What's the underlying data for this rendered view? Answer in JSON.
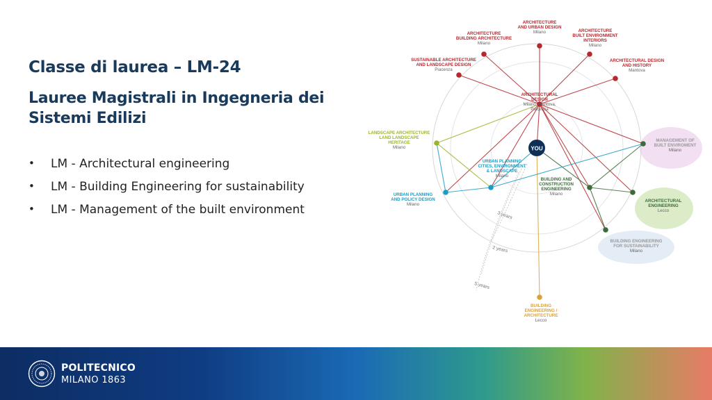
{
  "slide": {
    "title": "Classe di laurea – LM-24",
    "subtitle": "Lauree Magistrali in Ingegneria dei Sistemi Edilizi",
    "bullet_symbol": "•",
    "bullets": [
      "LM - Architectural engineering",
      "LM - Building Engineering for sustainability",
      "LM - Management of the built environment"
    ]
  },
  "diagram": {
    "center_label": "YOU",
    "rings": [
      "3 years",
      "2 years",
      "5 years"
    ],
    "colors": {
      "architecture": "#b5282e",
      "urban": "#1b9cc4",
      "landscape": "#9ab52c",
      "building": "#3b6b3b",
      "building_arch": "#d9a23a",
      "center": "#0f2f57",
      "ring": "#d6d6d6",
      "management_bg": "#f2dff2",
      "architectural_eng_bg": "#dcecc8",
      "sustainability_bg": "#e4ecf6"
    },
    "nodes": [
      {
        "id": "arch-urban",
        "lines": [
          "ARCHITECTURE",
          "AND URBAN DESIGN"
        ],
        "place": "Milano",
        "color": "#b5282e"
      },
      {
        "id": "arch-building",
        "lines": [
          "ARCHITECTURE",
          "BUILDING ARCHITECTURE"
        ],
        "place": "Milano",
        "color": "#b5282e"
      },
      {
        "id": "arch-interiors",
        "lines": [
          "ARCHITECTURE",
          "BUILT ENVIRONMENT",
          "INTERIORS"
        ],
        "place": "Milano",
        "color": "#b5282e"
      },
      {
        "id": "sustainable-arch",
        "lines": [
          "SUSTAINABLE ARCHITECTURE",
          "AND LANDSCAPE DESIGN"
        ],
        "place": "Piacenza",
        "color": "#b5282e"
      },
      {
        "id": "arch-history",
        "lines": [
          "ARCHITECTURAL DESIGN",
          "AND HISTORY"
        ],
        "place": "Mantova",
        "color": "#b5282e"
      },
      {
        "id": "arch-design",
        "lines": [
          "ARCHITECTURAL",
          "DESIGN"
        ],
        "place": "Milano, Mantova,\nPiacenza",
        "color": "#b5282e"
      },
      {
        "id": "landscape",
        "lines": [
          "LANDSCAPE ARCHITECTURE",
          "LAND LANDSCAPE",
          "HERITAGE"
        ],
        "place": "Milano",
        "color": "#9ab52c"
      },
      {
        "id": "urban-cities",
        "lines": [
          "URBAN PLANNING",
          "CITIES, ENVIRONMENT",
          "& LANDSCAPE"
        ],
        "place": "Milano",
        "color": "#1b9cc4"
      },
      {
        "id": "urban-policy",
        "lines": [
          "URBAN PLANNING",
          "AND POLICY DESIGN"
        ],
        "place": "Milano",
        "color": "#1b9cc4"
      },
      {
        "id": "building-construction",
        "lines": [
          "BUILDING AND",
          "CONSTRUCTION",
          "ENGINEERING"
        ],
        "place": "Milano",
        "color": "#3b6b3b"
      },
      {
        "id": "management",
        "lines": [
          "MANAGEMENT OF",
          "BUILT ENVIROMENT"
        ],
        "place": "Milano",
        "color": "#3b6b3b"
      },
      {
        "id": "architectural-eng",
        "lines": [
          "ARCHITECTURAL",
          "ENGINEERING"
        ],
        "place": "Lecco",
        "color": "#3b6b3b"
      },
      {
        "id": "sustainability",
        "lines": [
          "BUILDING ENGINEERING",
          "FOR SUSTAINABILITY"
        ],
        "place": "Milano",
        "color": "#3b6b3b"
      },
      {
        "id": "building-arch",
        "lines": [
          "BUILDING",
          "ENGINEERING /",
          "ARCHITECTURE"
        ],
        "place": "Lecco",
        "color": "#d9a23a"
      }
    ]
  },
  "footer": {
    "brand_top": "POLITECNICO",
    "brand_bottom": "MILANO 1863"
  }
}
